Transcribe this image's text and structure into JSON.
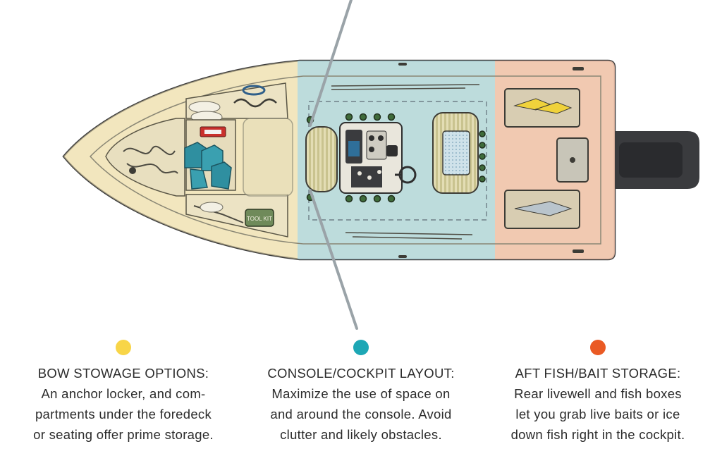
{
  "zones": [
    {
      "key": "bow",
      "color": "#f8d548",
      "zone_fill": "#f4e6b4",
      "title": "BOW STOWAGE OPTIONS:",
      "lines": [
        "An anchor locker, and com-",
        "partments under the foredeck",
        "or seating offer prime storage."
      ]
    },
    {
      "key": "console",
      "color": "#1da7b5",
      "zone_fill": "#b4d9df",
      "title": "CONSOLE/COCKPIT LAYOUT:",
      "lines": [
        "Maximize the use of space on",
        "and around the console. Avoid",
        "clutter and likely obstacles."
      ]
    },
    {
      "key": "aft",
      "color": "#ea5a24",
      "zone_fill": "#f1c3ad",
      "title": "AFT FISH/BAIT STORAGE:",
      "lines": [
        "Rear livewell and fish boxes",
        "let you grab live baits or ice",
        "down fish right in the cockpit."
      ]
    }
  ],
  "boat": {
    "hull_color": "#efe6c9",
    "outline_color": "#3b3b3b",
    "engine_color": "#3a3b3e",
    "tool_kit_label": "TOOL KIT"
  }
}
